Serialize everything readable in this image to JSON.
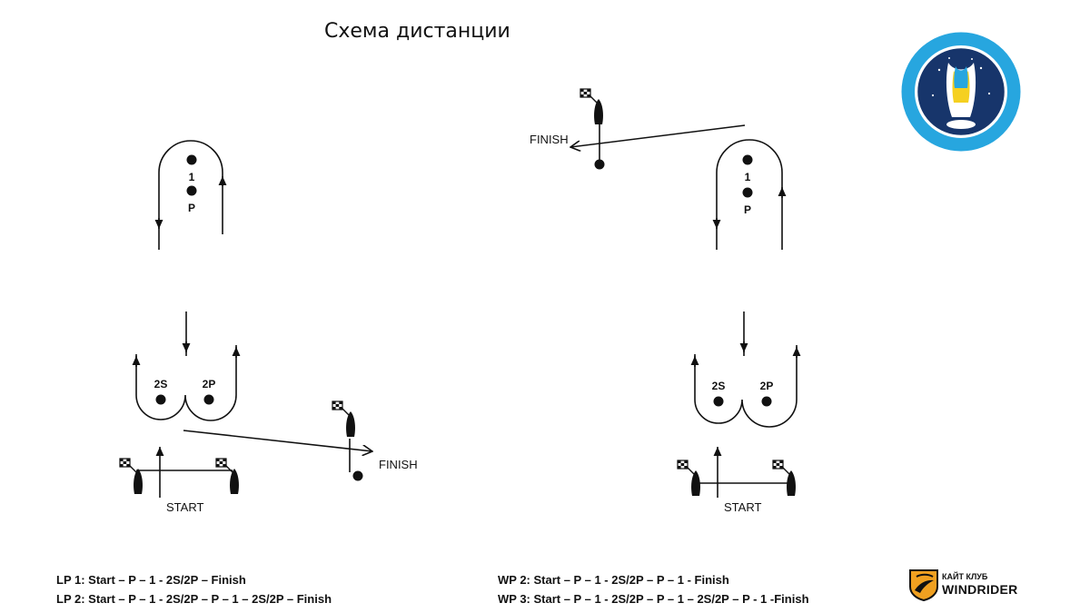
{
  "title": "Схема дистанции",
  "left_course": {
    "marks": {
      "one": "1",
      "p": "P",
      "two_s": "2S",
      "two_p": "2P"
    },
    "start_label": "START",
    "finish_label": "FINISH"
  },
  "right_course": {
    "marks": {
      "one": "1",
      "p": "P",
      "two_s": "2S",
      "two_p": "2P"
    },
    "start_label": "START",
    "finish_label": "FINISH"
  },
  "legend_left": [
    "LP 1: Start – P – 1 - 2S/2P – Finish",
    "LP 2: Start – P – 1 - 2S/2P – P – 1 – 2S/2P – Finish"
  ],
  "legend_right": [
    "WP 2: Start – P – 1 - 2S/2P – P – 1 - Finish",
    "WP 3: Start – P – 1 - 2S/2P – P – 1 – 2S/2P – P - 1 -Finish"
  ],
  "club": {
    "small": "КАЙТ КЛУБ",
    "big": "WINDRIDER"
  },
  "colors": {
    "federation_blue": "#27a6df",
    "federation_navy": "#17356b",
    "flag_yellow": "#f5d020",
    "club_orange": "#f0a020",
    "line": "#111111"
  }
}
